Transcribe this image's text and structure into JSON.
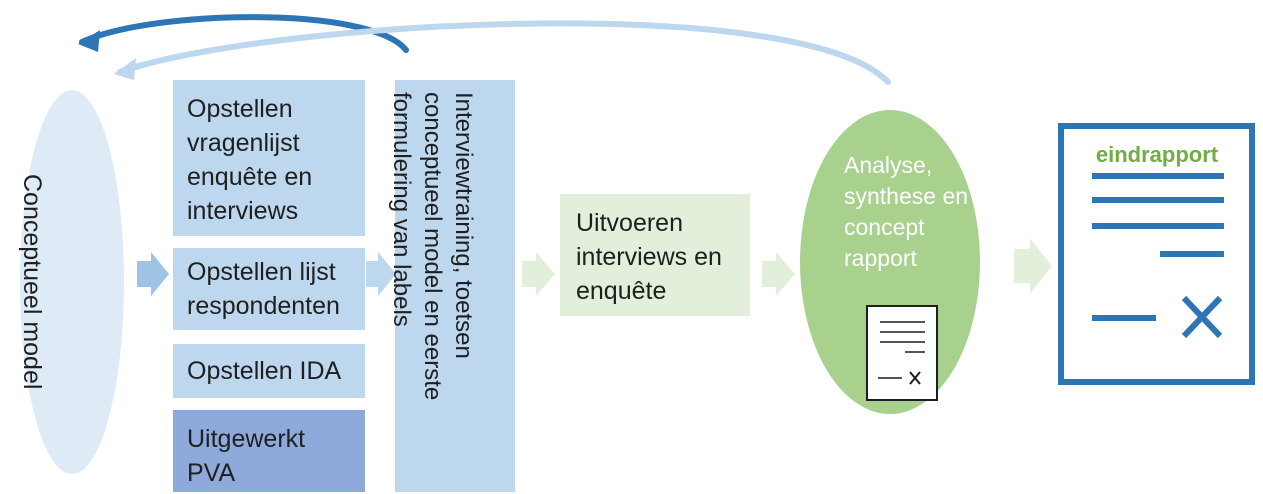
{
  "conceptueel_model": "Conceptueel model",
  "phase1": {
    "box1": "Opstellen vragenlijst enquête en interviews",
    "box2": "Opstellen lijst respondenten",
    "box3": "Opstellen IDA",
    "box4": "Uitgewerkt PVA"
  },
  "training": "Interviewtraining, toetsen\nconceptueel model en eerste\nformulering van labels",
  "uitvoeren": "Uitvoeren interviews en enquête",
  "analyse": "Analyse, synthese en concept rapport",
  "eindrapport": "eindrapport",
  "colors": {
    "light_blue": "#bdd7ee",
    "mid_blue": "#8eaadb",
    "pale_blue": "#deebf7",
    "pale_green": "#e2efda",
    "green": "#a9d18e",
    "dark_blue": "#2e75b6",
    "title_green": "#70ad47"
  }
}
